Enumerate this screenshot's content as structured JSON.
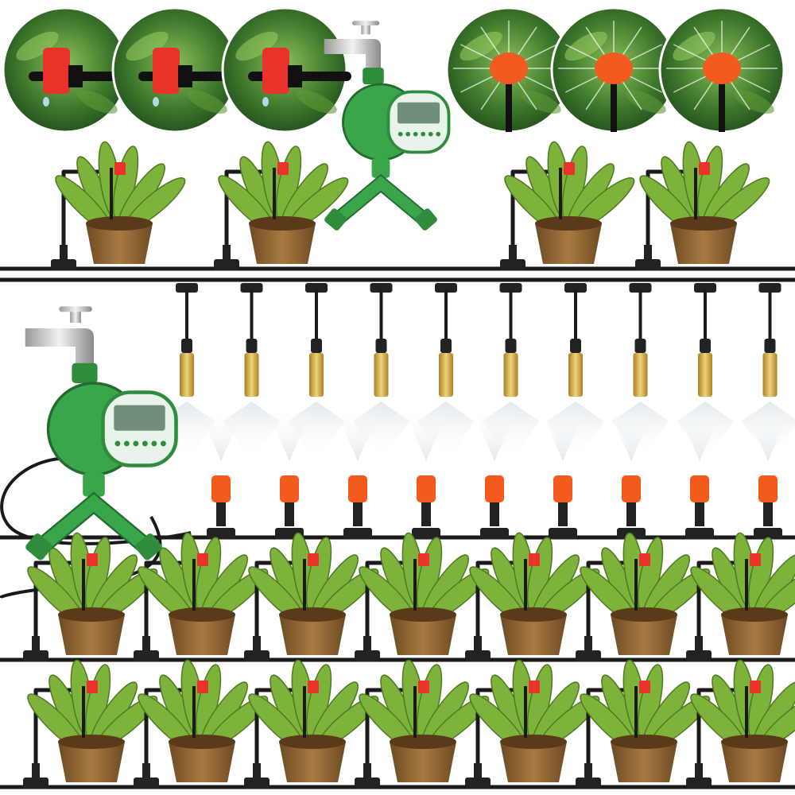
{
  "scene": {
    "background": "#ffffff",
    "colors": {
      "tube": "#1a1a1a",
      "emitter": "#e8322a",
      "emitter_orange": "#f25a1e",
      "brass": "#d9b24a",
      "timer_green": "#3aa64a",
      "faucet": "#c9c9c9",
      "pot": "#9a6a34",
      "leaf": "#7db33a",
      "mist": "#e4e9ee"
    },
    "photo_circles": [
      {
        "subject": "drip-emitter-closeup"
      },
      {
        "subject": "drip-emitter-closeup"
      },
      {
        "subject": "drip-emitter-closeup"
      },
      {
        "subject": "spray-emitter-closeup"
      },
      {
        "subject": "spray-emitter-closeup"
      },
      {
        "subject": "spray-emitter-closeup"
      }
    ],
    "rows": [
      {
        "kind": "potted-drip",
        "count": 4
      },
      {
        "kind": "misting-nozzle",
        "count": 10
      },
      {
        "kind": "adjustable-sprayer",
        "count": 9
      },
      {
        "kind": "potted-drip",
        "count": 7
      },
      {
        "kind": "potted-drip",
        "count": 7
      }
    ],
    "timers": 2,
    "icons": [
      "faucet-icon",
      "water-timer-icon",
      "y-splitter-icon",
      "t-connector-icon",
      "dripper-icon",
      "mist-nozzle-icon"
    ]
  }
}
